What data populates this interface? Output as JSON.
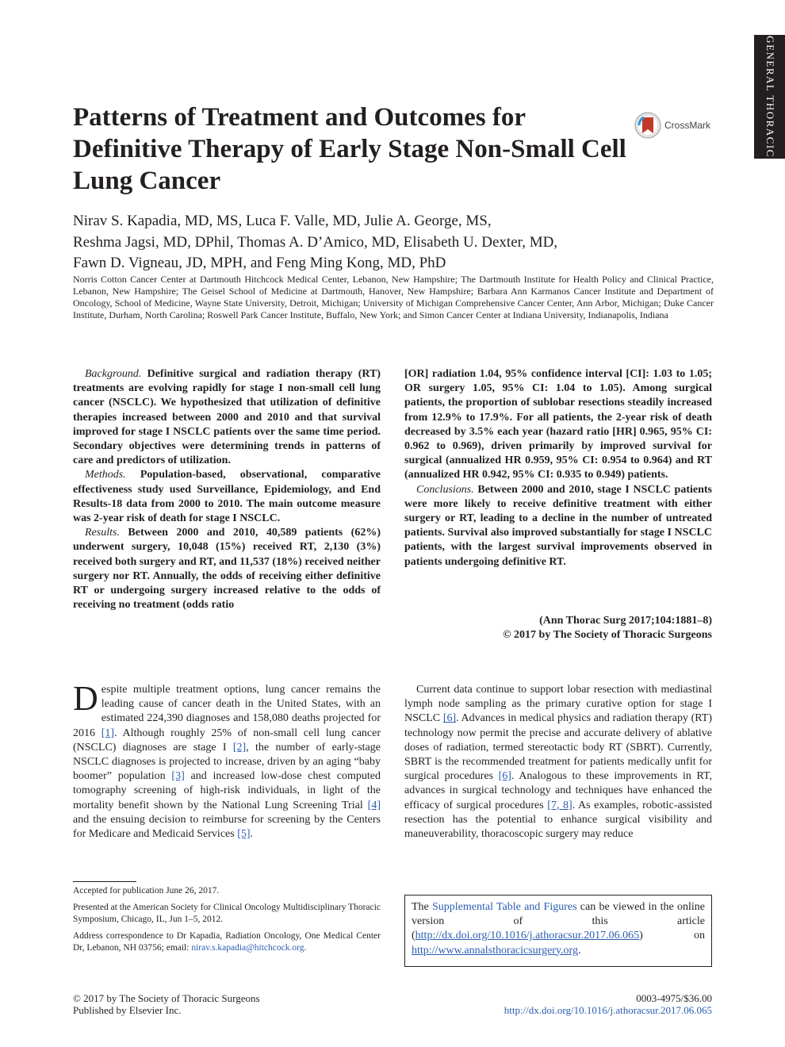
{
  "side_tab": "GENERAL THORACIC",
  "title": "Patterns of Treatment and Outcomes for Definitive Therapy of Early Stage Non-Small Cell Lung Cancer",
  "crossmark": "CrossMark",
  "authors": [
    "Nirav S. Kapadia, MD, MS, Luca F. Valle, MD, Julie A. George, MS,",
    "Reshma Jagsi, MD, DPhil, Thomas A. D’Amico, MD, Elisabeth U. Dexter, MD,",
    "Fawn D. Vigneau, JD, MPH, and Feng Ming Kong, MD, PhD"
  ],
  "affiliations": "Norris Cotton Cancer Center at Dartmouth Hitchcock Medical Center, Lebanon, New Hampshire; The Dartmouth Institute for Health Policy and Clinical Practice, Lebanon, New Hampshire; The Geisel School of Medicine at Dartmouth, Hanover, New Hampshire; Barbara Ann Karmanos Cancer Institute and Department of Oncology, School of Medicine, Wayne State University, Detroit, Michigan; University of Michigan Comprehensive Cancer Center, Ann Arbor, Michigan; Duke Cancer Institute, Durham, North Carolina; Roswell Park Cancer Institute, Buffalo, New York; and Simon Cancer Center at Indiana University, Indianapolis, Indiana",
  "abstract": {
    "background_head": "Background.",
    "background": " Definitive surgical and radiation therapy (RT) treatments are evolving rapidly for stage I non-small cell lung cancer (NSCLC). We hypothesized that utilization of definitive therapies increased between 2000 and 2010 and that survival improved for stage I NSCLC patients over the same time period. Secondary objectives were determining trends in patterns of care and predictors of utilization.",
    "methods_head": "Methods.",
    "methods": " Population-based, observational, comparative effectiveness study used Surveillance, Epidemiology, and End Results-18 data from 2000 to 2010. The main outcome measure was 2-year risk of death for stage I NSCLC.",
    "results_head": "Results.",
    "results_1": " Between 2000 and 2010, 40,589 patients (62%) underwent surgery, 10,048 (15%) received RT, 2,130 (3%) received both surgery and RT, and 11,537 (18%) received neither surgery nor RT. Annually, the odds of receiving either definitive RT or undergoing surgery increased relative to the odds of receiving no treatment (odds ratio",
    "results_2": "[OR] radiation 1.04, 95% confidence interval [CI]: 1.03 to 1.05; OR surgery 1.05, 95% CI: 1.04 to 1.05). Among surgical patients, the proportion of sublobar resections steadily increased from 12.9% to 17.9%. For all patients, the 2-year risk of death decreased by 3.5% each year (hazard ratio [HR] 0.965, 95% CI: 0.962 to 0.969), driven primarily by improved survival for surgical (annualized HR 0.959, 95% CI: 0.954 to 0.964) and RT (annualized HR 0.942, 95% CI: 0.935 to 0.949) patients.",
    "conclusions_head": "Conclusions.",
    "conclusions": " Between 2000 and 2010, stage I NSCLC patients were more likely to receive definitive treatment with either surgery or RT, leading to a decline in the number of untreated patients. Survival also improved substantially for stage I NSCLC patients, with the largest survival improvements observed in patients undergoing definitive RT."
  },
  "citation": {
    "journal": "(Ann Thorac Surg 2017;104:1881–8)",
    "copyright": "© 2017 by The Society of Thoracic Surgeons"
  },
  "body_left": {
    "dropcap": "D",
    "t1": "espite multiple treatment options, lung cancer remains the leading cause of cancer death in the United States, with an estimated 224,390 diagnoses and 158,080 deaths projected for 2016 ",
    "r1": "[1]",
    "t2": ". Although roughly 25% of non-small cell lung cancer (NSCLC) diagnoses are stage I ",
    "r2": "[2]",
    "t3": ", the number of early-stage NSCLC diagnoses is projected to increase, driven by an aging “baby boomer” population ",
    "r3": "[3]",
    "t4": " and increased low-dose chest computed tomography screening of high-risk individuals, in light of the mortality benefit shown by the National Lung Screening Trial ",
    "r4": "[4]",
    "t5": " and the ensuing decision to reimburse for screening by the Centers for Medicare and Medicaid Services ",
    "r5": "[5]",
    "t6": "."
  },
  "body_right": {
    "t1": "Current data continue to support lobar resection with mediastinal lymph node sampling as the primary curative option for stage I NSCLC ",
    "r1": "[6]",
    "t2": ". Advances in medical physics and radiation therapy (RT) technology now permit the precise and accurate delivery of ablative doses of radiation, termed stereotactic body RT (SBRT). Currently, SBRT is the recommended treatment for patients medically unfit for surgical procedures ",
    "r2": "[6]",
    "t3": ". Analogous to these improvements in RT, advances in surgical technology and techniques have enhanced the efficacy of surgical procedures ",
    "r3": "[7, 8]",
    "t4": ". As examples, robotic-assisted resection has the potential to enhance surgical visibility and maneuverability, thoracoscopic surgery may reduce"
  },
  "footnotes": {
    "accepted": "Accepted for publication June 26, 2017.",
    "presented": "Presented at the American Society for Clinical Oncology Multidisciplinary Thoracic Symposium, Chicago, IL, Jun 1–5, 2012.",
    "correspondence": "Address correspondence to Dr Kapadia, Radiation Oncology, One Medical Center Dr, Lebanon, NH 03756; email: ",
    "email": "nirav.s.kapadia@hitchcock.org",
    "end": "."
  },
  "supp": {
    "t1": "The ",
    "link1": "Supplemental Table and Figures",
    "t2": " can be viewed in the online version of this article (",
    "link2": "http://dx.doi.org/10.1016/j.athoracsur.2017.06.065",
    "t3": ") on ",
    "link3": "http://www.annalsthoracicsurgery.org",
    "t4": "."
  },
  "footer": {
    "copyright": "© 2017 by The Society of Thoracic Surgeons",
    "publisher": "Published by Elsevier Inc.",
    "issn": "0003-4975/$36.00",
    "doi": "http://dx.doi.org/10.1016/j.athoracsur.2017.06.065"
  }
}
